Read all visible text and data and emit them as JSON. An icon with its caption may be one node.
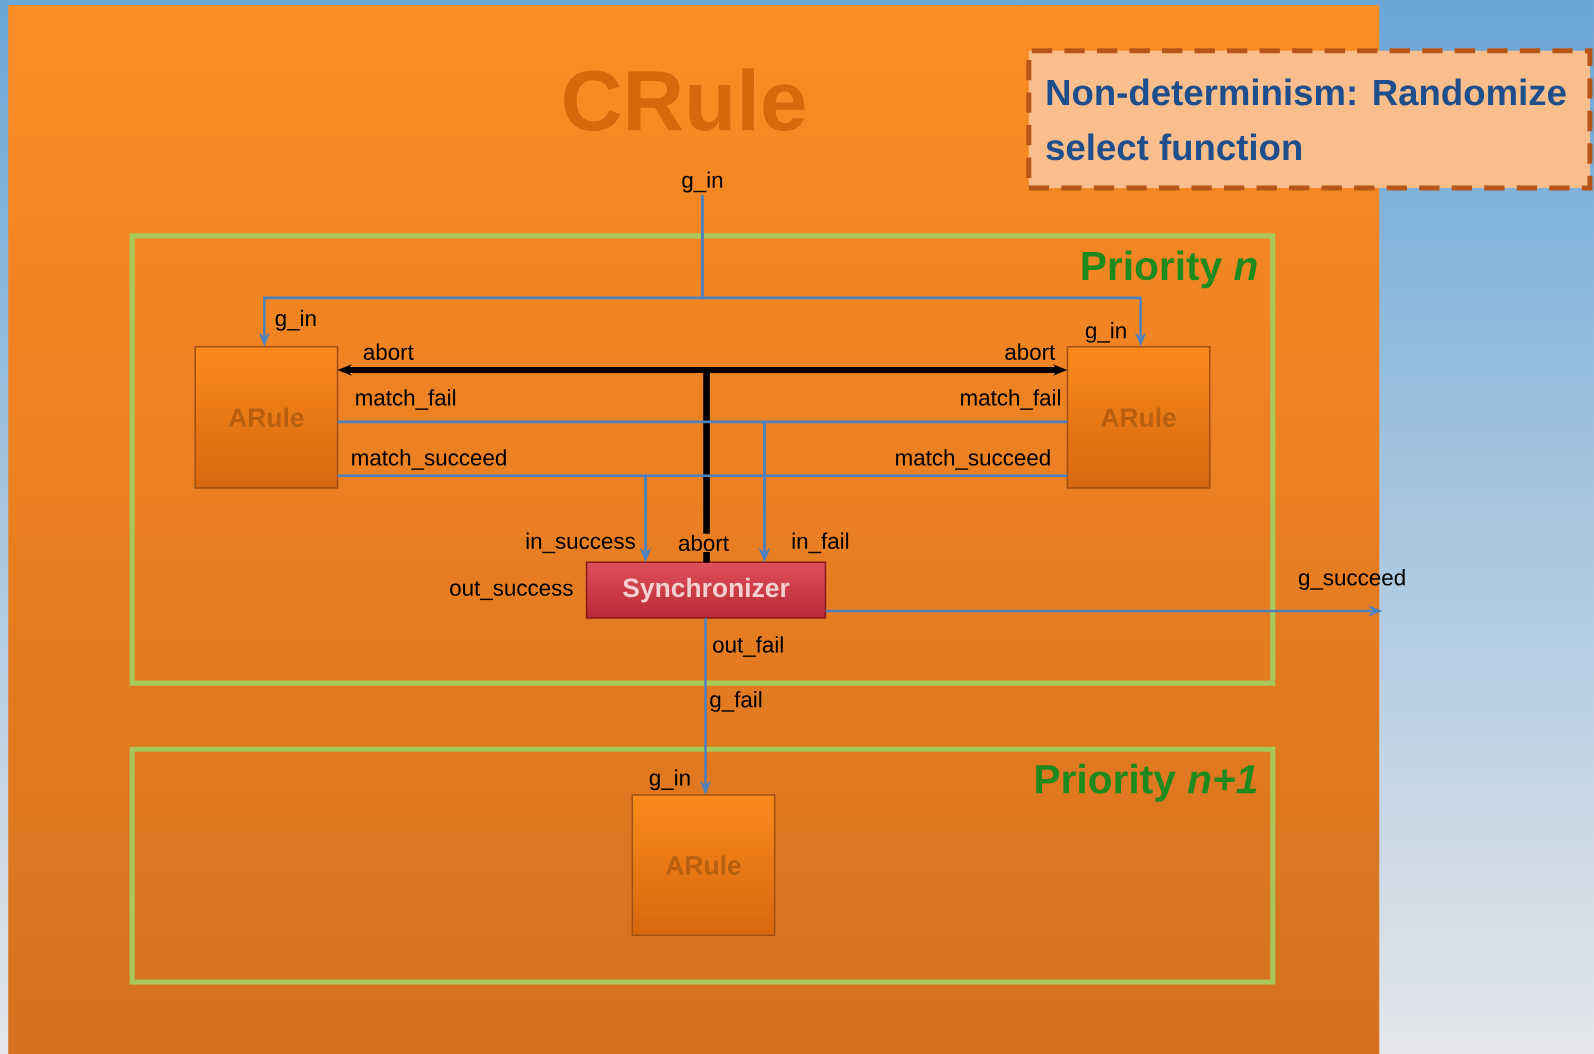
{
  "diagram": {
    "nodes": [
      {
        "text": [
          "CRule"
        ]
      },
      {
        "text": [
          "Non-determinism: Randomize select function"
        ]
      },
      {
        "text": [
          "Priority *n*"
        ],
        "in": 0
      },
      {
        "text": [
          "ARule"
        ],
        "in": 2
      },
      {
        "text": [
          "ARule"
        ],
        "in": 2
      },
      {
        "text": [
          "Synchronizer"
        ],
        "in": 2,
        "beside": [
          "out_success"
        ]
      },
      {
        "text": [
          "Priority *n+1*"
        ],
        "in": 0
      },
      {
        "text": [
          "ARule"
        ],
        "in": 6
      },
      {
        "text": [
          "g_in"
        ],
        "in": 0
      }
    ],
    "edges": [
      {
        "from": 8,
        "to": 3,
        "arrow": "to"
      },
      {
        "from": 8,
        "to": 4,
        "arrow": "to"
      },
      {
        "from": 5,
        "to": 3,
        "arrow": "to",
        "style": "thick",
        "color": "#000000"
      },
      {
        "from": 5,
        "to": 4,
        "arrow": "to",
        "style": "thick",
        "color": "#000000"
      },
      {
        "from": 3,
        "to": 5,
        "arrow": "to"
      },
      {
        "from": 4,
        "to": 5,
        "arrow": "to"
      },
      {
        "from": 3,
        "to": 5,
        "arrow": "to"
      },
      {
        "from": 4,
        "to": 5,
        "arrow": "to"
      },
      {
        "from": 5,
        "to": null,
        "arrow": "to",
        "label": "g_succeed"
      },
      {
        "from": 5,
        "to": 7,
        "arrow": "to",
        "label": "g_fail"
      }
    ],
    "labels": [
      "g_in",
      "g_in",
      "abort",
      "abort",
      "match_fail",
      "match_fail",
      "match_succeed",
      "match_succeed",
      "in_success",
      "abort",
      "in_fail",
      "out_fail",
      "g_in"
    ]
  }
}
